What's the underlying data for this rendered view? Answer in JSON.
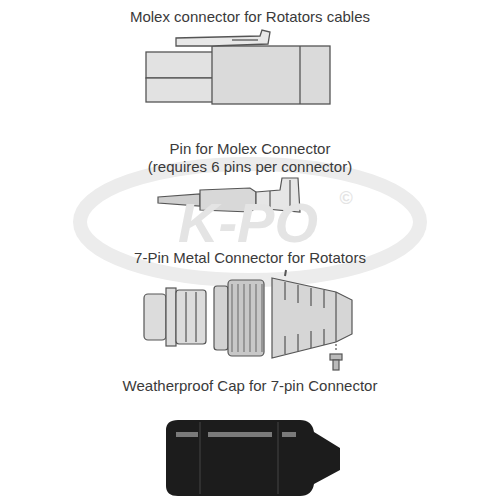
{
  "diagram": {
    "labels": [
      "Molex connector for Rotators cables",
      "Pin for Molex Connector",
      "(requires 6 pins per connector)",
      "7-Pin Metal Connector for Rotators",
      "Weatherproof Cap for 7-pin Connector",
      "K-PO",
      "©"
    ]
  }
}
